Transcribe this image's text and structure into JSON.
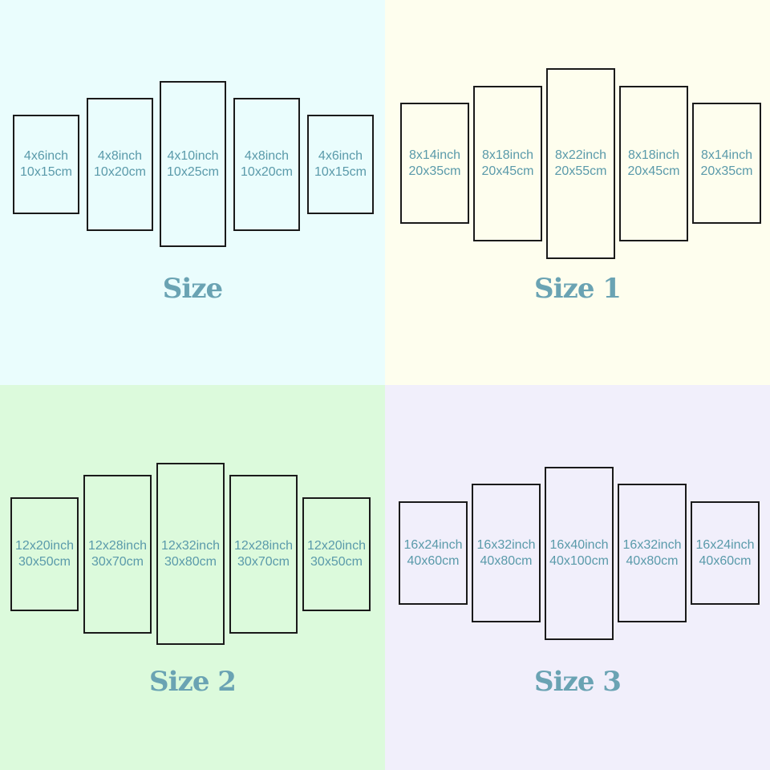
{
  "colors": {
    "text": "#5a9aaa",
    "title": "#6aa3b3",
    "border": "#1a1a1a"
  },
  "quadrants": [
    {
      "title": "Size",
      "background": "#eafdfd",
      "panels": [
        {
          "inch": "4x6inch",
          "cm": "10x15cm"
        },
        {
          "inch": "4x8inch",
          "cm": "10x20cm"
        },
        {
          "inch": "4x10inch",
          "cm": "10x25cm"
        },
        {
          "inch": "4x8inch",
          "cm": "10x20cm"
        },
        {
          "inch": "4x6inch",
          "cm": "10x15cm"
        }
      ]
    },
    {
      "title": "Size 1",
      "background": "#fefeee",
      "panels": [
        {
          "inch": "8x14inch",
          "cm": "20x35cm"
        },
        {
          "inch": "8x18inch",
          "cm": "20x45cm"
        },
        {
          "inch": "8x22inch",
          "cm": "20x55cm"
        },
        {
          "inch": "8x18inch",
          "cm": "20x45cm"
        },
        {
          "inch": "8x14inch",
          "cm": "20x35cm"
        }
      ]
    },
    {
      "title": "Size 2",
      "background": "#dcfadc",
      "panels": [
        {
          "inch": "12x20inch",
          "cm": "30x50cm"
        },
        {
          "inch": "12x28inch",
          "cm": "30x70cm"
        },
        {
          "inch": "12x32inch",
          "cm": "30x80cm"
        },
        {
          "inch": "12x28inch",
          "cm": "30x70cm"
        },
        {
          "inch": "12x20inch",
          "cm": "30x50cm"
        }
      ]
    },
    {
      "title": "Size 3",
      "background": "#f1effb",
      "panels": [
        {
          "inch": "16x24inch",
          "cm": "40x60cm"
        },
        {
          "inch": "16x32inch",
          "cm": "40x80cm"
        },
        {
          "inch": "16x40inch",
          "cm": "40x100cm"
        },
        {
          "inch": "16x32inch",
          "cm": "40x80cm"
        },
        {
          "inch": "16x24inch",
          "cm": "40x60cm"
        }
      ]
    }
  ]
}
